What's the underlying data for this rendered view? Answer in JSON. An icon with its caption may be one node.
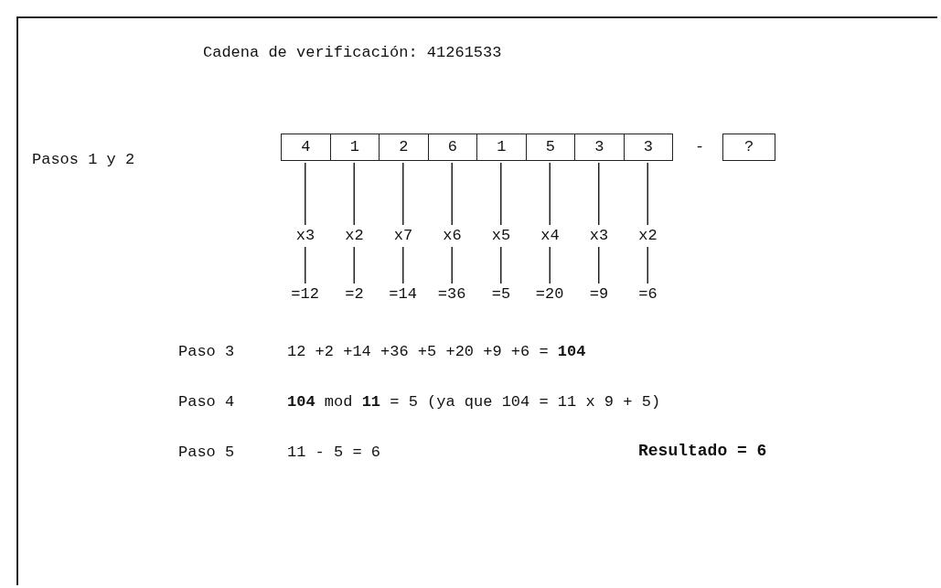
{
  "diagram": {
    "title": "Cadena de verificación: 41261533",
    "nodes": [
      {
        "text": [
          "4"
        ]
      },
      {
        "text": [
          "1"
        ]
      },
      {
        "text": [
          "2"
        ]
      },
      {
        "text": [
          "6"
        ]
      },
      {
        "text": [
          "1"
        ]
      },
      {
        "text": [
          "5"
        ]
      },
      {
        "text": [
          "3"
        ]
      },
      {
        "text": [
          "3"
        ]
      },
      {
        "text": [
          "?"
        ]
      },
      {
        "text": [
          "x3"
        ]
      },
      {
        "text": [
          "x2"
        ]
      },
      {
        "text": [
          "x7"
        ]
      },
      {
        "text": [
          "x6"
        ]
      },
      {
        "text": [
          "x5"
        ]
      },
      {
        "text": [
          "x4"
        ]
      },
      {
        "text": [
          "x3"
        ]
      },
      {
        "text": [
          "x2"
        ]
      },
      {
        "text": [
          "=12"
        ]
      },
      {
        "text": [
          "=2"
        ]
      },
      {
        "text": [
          "=14"
        ]
      },
      {
        "text": [
          "=36"
        ]
      },
      {
        "text": [
          "=5"
        ]
      },
      {
        "text": [
          "=20"
        ]
      },
      {
        "text": [
          "=9"
        ]
      },
      {
        "text": [
          "=6"
        ]
      }
    ],
    "edges": [
      {
        "from": 0,
        "to": 9,
        "arrow": "none"
      },
      {
        "from": 1,
        "to": 10,
        "arrow": "none"
      },
      {
        "from": 2,
        "to": 11,
        "arrow": "none"
      },
      {
        "from": 3,
        "to": 12,
        "arrow": "none"
      },
      {
        "from": 4,
        "to": 13,
        "arrow": "none"
      },
      {
        "from": 5,
        "to": 14,
        "arrow": "none"
      },
      {
        "from": 6,
        "to": 15,
        "arrow": "none"
      },
      {
        "from": 7,
        "to": 16,
        "arrow": "none"
      },
      {
        "from": 9,
        "to": 17,
        "arrow": "none"
      },
      {
        "from": 10,
        "to": 18,
        "arrow": "none"
      },
      {
        "from": 11,
        "to": 19,
        "arrow": "none"
      },
      {
        "from": 12,
        "to": 20,
        "arrow": "none"
      },
      {
        "from": 13,
        "to": 21,
        "arrow": "none"
      },
      {
        "from": 14,
        "to": 22,
        "arrow": "none"
      },
      {
        "from": 15,
        "to": 23,
        "arrow": "none"
      },
      {
        "from": 16,
        "to": 24,
        "arrow": "none"
      }
    ],
    "labels": [
      "Pasos 1 y 2",
      "-",
      "Paso 3",
      "12 +2 +14 +36 +5 +20 +9 +6 = **104**",
      "Paso 4",
      "**104** mod **11** = 5 (ya que 104 = 11 x 9 + 5)",
      "Paso 5",
      "11 - 5 = 6",
      "Resultado = 6"
    ]
  }
}
